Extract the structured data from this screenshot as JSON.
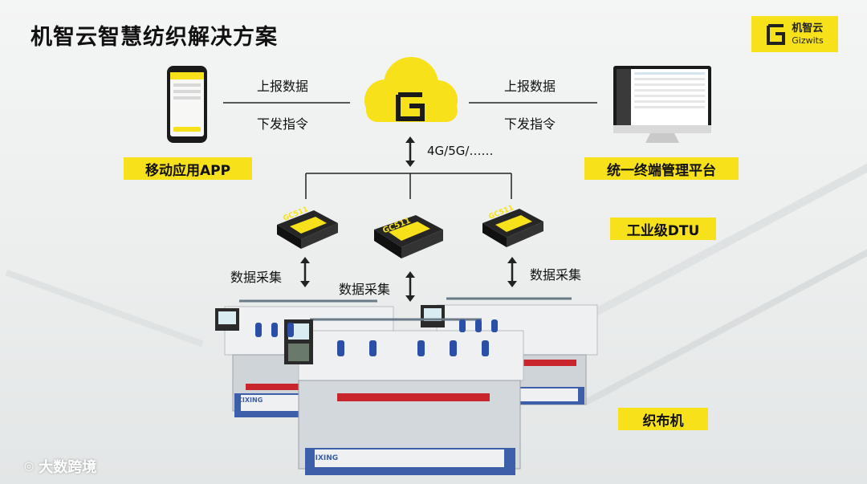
{
  "title": "机智云智慧纺织解决方案",
  "logo": {
    "cn": "机智云",
    "en": "Gizwits",
    "accent": "#f6e11a"
  },
  "links": {
    "left_upload": "上报数据",
    "left_download": "下发指令",
    "right_upload": "上报数据",
    "right_download": "下发指令",
    "network": "4G/5G/……"
  },
  "labels": {
    "mobile_app": "移动应用APP",
    "platform": "统一终端管理平台",
    "dtu": "工业级DTU",
    "loom": "织布机"
  },
  "collect": {
    "left": "数据采集",
    "center": "数据采集",
    "right": "数据采集"
  },
  "devices": {
    "dtu_model": "GC511",
    "loom_brand": "CIXING"
  },
  "watermark": "大数跨境"
}
